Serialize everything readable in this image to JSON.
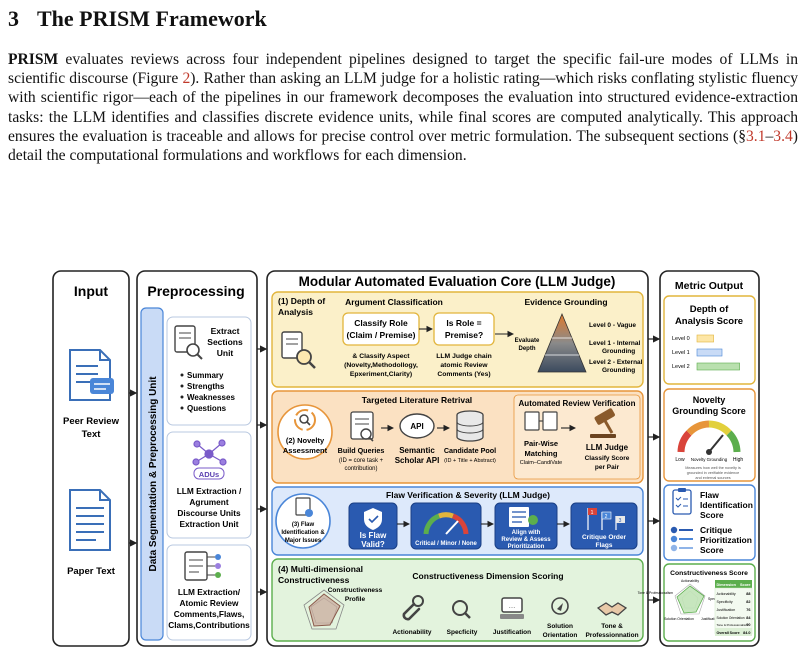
{
  "section": {
    "number": "3",
    "title": "The PRISM Framework"
  },
  "paragraph": {
    "lead": "PRISM",
    "text1": " evaluates reviews across four independent pipelines designed to target the specific fail-ure modes of LLMs in scientific discourse (Figure ",
    "fig_ref": "2",
    "text2": ").  Rather than asking an LLM judge for a holistic rating—which risks conflating stylistic fluency with scientific rigor—each of the pipelines in our framework decomposes the evaluation into structured evidence-extraction tasks: the LLM identifies and classifies discrete evidence units, while final scores are computed analytically. This approach ensures the evaluation is traceable and allows for precise control over metric formulation. The subsequent sections (§",
    "sec_ref1": "3.1",
    "dash": "–",
    "sec_ref2": "3.4",
    "text3": ") detail the computational formulations and workflows for each dimension."
  },
  "figure": {
    "input": {
      "title": "Input",
      "peer_review_line1": "Peer Review",
      "peer_review_line2": "Text",
      "paper": "Paper Text"
    },
    "preprocessing": {
      "title": "Preprocessing",
      "vertical_label": "Data Segmentation & Preprocessing Unit",
      "extract_l1": "Extract",
      "extract_l2": "Sections",
      "extract_l3": "Unit",
      "bullets": [
        "Summary",
        "Strengths",
        "Weaknesses",
        "Questions"
      ],
      "adus_badge": "ADUs",
      "adu_l1": "LLM Extraction /",
      "adu_l2": "Agrument",
      "adu_l3": "Discourse Units",
      "adu_l4": "Extraction Unit",
      "atomic_l1": "LLM Extraction/",
      "atomic_l2": "Atomic Review",
      "atomic_l3": "Comments,Flaws,",
      "atomic_l4": "Clams,Contributions"
    },
    "core": {
      "title": "Modular Automated Evaluation Core (LLM Judge)",
      "depth": {
        "label_l1": "(1) Depth of",
        "label_l2": "Analysis",
        "arg_title": "Argument Classification",
        "classify_l1": "Classify Role",
        "classify_l2": "(Claim / Premise)",
        "premise_l1": "Is Role =",
        "premise_l2": "Premise?",
        "aspect_l1": "& Classify Aspect",
        "aspect_l2": "(Novelty,Methodollogy,",
        "aspect_l3": "Epxeriment,Clarity)",
        "chain_l1": "LLM Judge chain",
        "chain_l2": "atomic Review",
        "chain_l3": "Comments (Yes)",
        "evaluate_l1": "Evaluate",
        "evaluate_l2": "Depth",
        "evidence_title": "Evidence Grounding",
        "level0": "Level 0 - Vague",
        "level1_l1": "Level 1 - Internal",
        "level1_l2": "Grounding",
        "level2_l1": "Level 2 - External",
        "level2_l2": "Grounding"
      },
      "novelty": {
        "label_l1": "(2) Novelty",
        "label_l2": "Assessment",
        "lit_title": "Targeted Literature Retrival",
        "queries_l1": "Build Queries",
        "queries_l2": "(ID = core task +",
        "queries_l3": "contribution)",
        "api_badge": "API",
        "scholar_l1": "Semantic",
        "scholar_l2": "Scholar API",
        "pool_l1": "Candidate Pool",
        "pool_l2": "(ID + Title + Abstract)",
        "verif_title": "Automated Review Verification",
        "pair_l1": "Pair-Wise",
        "pair_l2": "Matching",
        "pair_l3": "Claim–CandiVate",
        "judge_l1": "LLM Judge",
        "judge_l2": "Classify Score",
        "judge_l3": "per Pair"
      },
      "flaw": {
        "label_l1": "(3) Flaw",
        "label_l2": "Identification &",
        "label_l3": "Major Issues",
        "title": "Flaw Verification & Severity (LLM Judge)",
        "valid_l1": "Is Flaw",
        "valid_l2": "Valid?",
        "severity": "Critical / Minor / None",
        "align_l1": "Align with",
        "align_l2": "Review & Assess",
        "align_l3": "Prioritization",
        "order_l1": "Critique Order",
        "order_l2": "Flags",
        "flag_nums": [
          "1",
          "2",
          "3"
        ]
      },
      "constr": {
        "label_l1": "(4) Multi-dimensional",
        "label_l2": "Constructiveness",
        "title": "Constructiveness Dimension Scoring",
        "profile_l1": "Constructiveness",
        "profile_l2": "Profile",
        "dims": [
          "Actionability",
          "Specficity",
          "Justification",
          "Solution",
          "Tone &"
        ],
        "dims_l2": [
          "",
          "",
          "",
          "Orientation",
          "Professionnation"
        ]
      }
    },
    "output": {
      "title": "Metric Output",
      "depth_l1": "Depth of",
      "depth_l2": "Analysis Score",
      "levels": [
        "Level 0",
        "Level 1",
        "Level 2"
      ],
      "level_fill": [
        0.32,
        0.48,
        0.82
      ],
      "novelty_l1": "Novelty",
      "novelty_l2": "Grounding Score",
      "gauge_low": "Low",
      "gauge_high": "High",
      "gauge_mid": "Novelty Grounding",
      "gauge_value": 0.72,
      "gauge_note_l1": "Measures how well the novelty is",
      "gauge_note_l2": "grounded in verifiable evidence",
      "gauge_note_l3": "and external sources",
      "flaw_l1": "Flaw",
      "flaw_l2": "Identification",
      "flaw_l3": "Score",
      "crit_l1": "Critique",
      "crit_l2": "Prioritization",
      "crit_l3": "Score",
      "constr_title": "Constructiveness Score",
      "table_head": [
        "Dimension",
        "Score"
      ],
      "table_rows": [
        [
          "Actionability",
          "88"
        ],
        [
          "Specificity",
          "82"
        ],
        [
          "Justification",
          "76"
        ],
        [
          "Solution Orientation",
          "84"
        ],
        [
          "Tone & Professionalism",
          "90"
        ]
      ],
      "table_total": [
        "Overall Score",
        "84.0"
      ],
      "radar_labels": [
        "Actionability",
        "Specificity",
        "Justification",
        "Solution Orientation",
        "Tone & Professionalism"
      ]
    },
    "colors": {
      "gold": "#fbf0c9",
      "gold_border": "#e2b53c",
      "orange": "#fbe1c2",
      "orange_border": "#e7953a",
      "blue": "#dde9fb",
      "blue_border": "#4a86d8",
      "green": "#e3f3dd",
      "green_border": "#5cae4d"
    }
  }
}
